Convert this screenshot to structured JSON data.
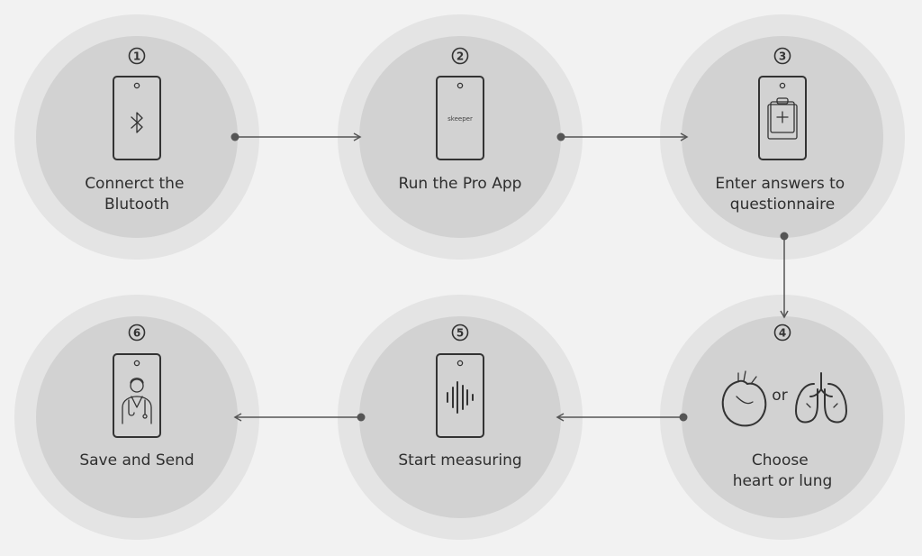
{
  "steps": [
    {
      "number": "1",
      "label_lines": [
        "Connerct the",
        "Blutooth"
      ],
      "icon": "bluetooth-icon"
    },
    {
      "number": "2",
      "label_lines": [
        "Run the Pro App"
      ],
      "icon": "app-logo-icon",
      "brand": "skeeper"
    },
    {
      "number": "3",
      "label_lines": [
        "Enter answers to",
        "questionnaire"
      ],
      "icon": "clipboard-icon"
    },
    {
      "number": "4",
      "label_lines": [
        "Choose",
        "heart or lung"
      ],
      "icon": "heart-lung-icon",
      "or_text": "or"
    },
    {
      "number": "5",
      "label_lines": [
        "Start measuring"
      ],
      "icon": "sound-wave-icon"
    },
    {
      "number": "6",
      "label_lines": [
        "Save and Send"
      ],
      "icon": "doctor-icon"
    }
  ],
  "colors": {
    "background": "#f2f2f2",
    "outer_ring": "#e4e4e4",
    "inner_circle": "#d2d2d2",
    "stroke": "#333333",
    "connector": "#555555"
  }
}
